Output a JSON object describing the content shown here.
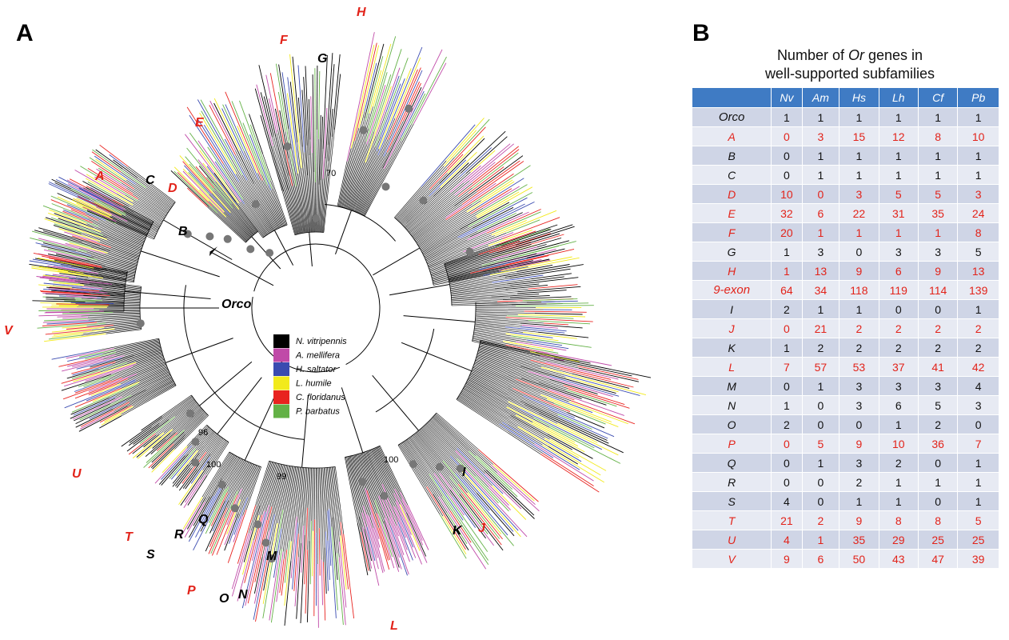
{
  "panel_a": {
    "letter": "A",
    "clade_labels": [
      {
        "text": "H",
        "color": "red"
      },
      {
        "text": "F",
        "color": "red"
      },
      {
        "text": "G",
        "color": "black"
      },
      {
        "text": "E",
        "color": "red"
      },
      {
        "text": "A",
        "color": "red"
      },
      {
        "text": "C",
        "color": "black"
      },
      {
        "text": "D",
        "color": "red"
      },
      {
        "text": "B",
        "color": "black"
      },
      {
        "text": "Orco",
        "color": "black"
      },
      {
        "text": "V",
        "color": "red"
      },
      {
        "text": "U",
        "color": "red"
      },
      {
        "text": "T",
        "color": "red"
      },
      {
        "text": "R",
        "color": "black"
      },
      {
        "text": "Q",
        "color": "black"
      },
      {
        "text": "S",
        "color": "black"
      },
      {
        "text": "P",
        "color": "red"
      },
      {
        "text": "O",
        "color": "black"
      },
      {
        "text": "N",
        "color": "black"
      },
      {
        "text": "M",
        "color": "black"
      },
      {
        "text": "L",
        "color": "red"
      },
      {
        "text": "K",
        "color": "black"
      },
      {
        "text": "I",
        "color": "black"
      },
      {
        "text": "J",
        "color": "red"
      }
    ],
    "bootstrap_labels": [
      "70",
      "96",
      "100",
      "99",
      "100"
    ],
    "legend": [
      {
        "label": "N. vitripennis",
        "color": "#000000"
      },
      {
        "label": "A. mellifera",
        "color": "#c04aa8"
      },
      {
        "label": "H. saltator",
        "color": "#3a4bb0"
      },
      {
        "label": "L. humile",
        "color": "#f2ea1c"
      },
      {
        "label": "C. floridanus",
        "color": "#e8231f"
      },
      {
        "label": "P. barbatus",
        "color": "#63b146"
      }
    ],
    "colors": {
      "red_label": "#e2231a",
      "node": "#777777",
      "branch": "#000000"
    }
  },
  "panel_b": {
    "letter": "B",
    "title_line1_pre": "Number of ",
    "title_line1_italic": "Or",
    "title_line1_post": " genes in",
    "title_line2": "well-supported subfamilies",
    "header_colors": {
      "bg": "#3f7bc4",
      "text": "#ffffff"
    },
    "columns": [
      "",
      "Nv",
      "Am",
      "Hs",
      "Lh",
      "Cf",
      "Pb"
    ],
    "rows": [
      {
        "name": "Orco",
        "color": "black",
        "values": [
          "1",
          "1",
          "1",
          "1",
          "1",
          "1"
        ]
      },
      {
        "name": "A",
        "color": "red",
        "values": [
          "0",
          "3",
          "15",
          "12",
          "8",
          "10"
        ]
      },
      {
        "name": "B",
        "color": "black",
        "values": [
          "0",
          "1",
          "1",
          "1",
          "1",
          "1"
        ]
      },
      {
        "name": "C",
        "color": "black",
        "values": [
          "0",
          "1",
          "1",
          "1",
          "1",
          "1"
        ]
      },
      {
        "name": "D",
        "color": "red",
        "values": [
          "10",
          "0",
          "3",
          "5",
          "5",
          "3"
        ]
      },
      {
        "name": "E",
        "color": "red",
        "values": [
          "32",
          "6",
          "22",
          "31",
          "35",
          "24"
        ]
      },
      {
        "name": "F",
        "color": "red",
        "values": [
          "20",
          "1",
          "1",
          "1",
          "1",
          "8"
        ]
      },
      {
        "name": "G",
        "color": "black",
        "values": [
          "1",
          "3",
          "0",
          "3",
          "3",
          "5"
        ]
      },
      {
        "name": "H",
        "color": "red",
        "values": [
          "1",
          "13",
          "9",
          "6",
          "9",
          "13"
        ]
      },
      {
        "name": "9-exon",
        "color": "red",
        "values": [
          "64",
          "34",
          "118",
          "119",
          "114",
          "139"
        ]
      },
      {
        "name": "I",
        "color": "black",
        "values": [
          "2",
          "1",
          "1",
          "0",
          "0",
          "1"
        ]
      },
      {
        "name": "J",
        "color": "red",
        "values": [
          "0",
          "21",
          "2",
          "2",
          "2",
          "2"
        ]
      },
      {
        "name": "K",
        "color": "black",
        "values": [
          "1",
          "2",
          "2",
          "2",
          "2",
          "2"
        ]
      },
      {
        "name": "L",
        "color": "red",
        "values": [
          "7",
          "57",
          "53",
          "37",
          "41",
          "42"
        ]
      },
      {
        "name": "M",
        "color": "black",
        "values": [
          "0",
          "1",
          "3",
          "3",
          "3",
          "4"
        ]
      },
      {
        "name": "N",
        "color": "black",
        "values": [
          "1",
          "0",
          "3",
          "6",
          "5",
          "3"
        ]
      },
      {
        "name": "O",
        "color": "black",
        "values": [
          "2",
          "0",
          "0",
          "1",
          "2",
          "0"
        ]
      },
      {
        "name": "P",
        "color": "red",
        "values": [
          "0",
          "5",
          "9",
          "10",
          "36",
          "7"
        ]
      },
      {
        "name": "Q",
        "color": "black",
        "values": [
          "0",
          "1",
          "3",
          "2",
          "0",
          "1"
        ]
      },
      {
        "name": "R",
        "color": "black",
        "values": [
          "0",
          "0",
          "2",
          "1",
          "1",
          "1"
        ]
      },
      {
        "name": "S",
        "color": "black",
        "values": [
          "4",
          "0",
          "1",
          "1",
          "0",
          "1"
        ]
      },
      {
        "name": "T",
        "color": "red",
        "values": [
          "21",
          "2",
          "9",
          "8",
          "8",
          "5"
        ]
      },
      {
        "name": "U",
        "color": "red",
        "values": [
          "4",
          "1",
          "35",
          "29",
          "25",
          "25"
        ]
      },
      {
        "name": "V",
        "color": "red",
        "values": [
          "9",
          "6",
          "50",
          "43",
          "47",
          "39"
        ]
      }
    ]
  }
}
